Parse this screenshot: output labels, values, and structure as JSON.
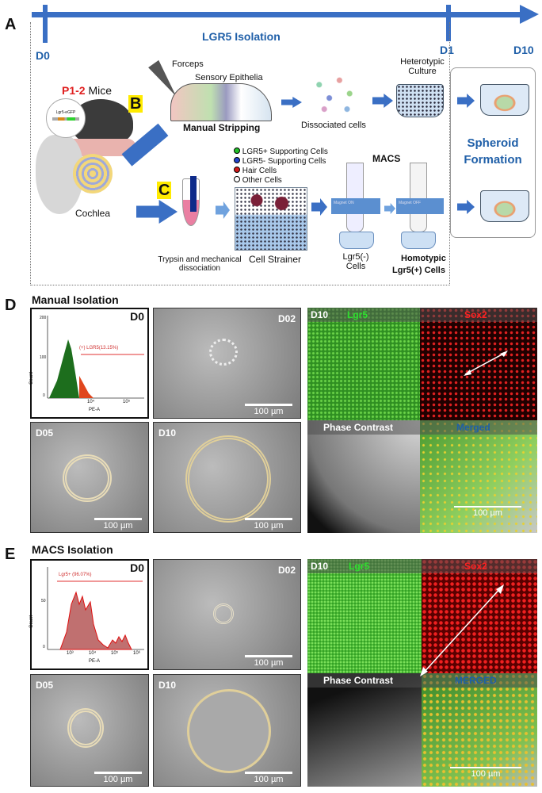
{
  "panel_labels": {
    "a": "A",
    "b": "B",
    "c": "C",
    "d": "D",
    "e": "E"
  },
  "timeline": {
    "start": "D0",
    "mid": "D1",
    "end": "D10",
    "title": "LGR5 Isolation"
  },
  "schematic": {
    "mice_prefix": "P1-2",
    "mice_suffix": " Mice",
    "transgene": "Lgr5-eGFP",
    "cochlea": "Cochlea",
    "forceps": "Forceps",
    "sensory": "Sensory Epithelia",
    "manual_stripping": "Manual Stripping",
    "dissociated": "Dissociated cells",
    "heterotypic": "Heterotypic Culture",
    "legend": [
      "LGR5+ Supporting Cells",
      "LGR5- Supporting Cells",
      "Hair Cells",
      "Other Cells"
    ],
    "legend_colors": [
      "#22c02a",
      "#2244cc",
      "#d01a1a",
      "#ffffff"
    ],
    "trypsin": "Trypsin and mechanical dissociation",
    "cell_strainer": "Cell Strainer",
    "macs": "MACS",
    "magnet_on": "Magnet ON",
    "magnet_off": "Magnet OFF",
    "lgr5_neg": "Lgr5(-) Cells",
    "homotypic_1": "Homotypic",
    "homotypic_2": "Lgr5(+) Cells",
    "spheroid": "Spheroid Formation"
  },
  "section_d": {
    "title": "Manual Isolation",
    "flow": {
      "day": "D0",
      "gate": "(+) LGR5(13.15%)",
      "ylabel": "Count",
      "xlabel": "PE-A",
      "yticks": [
        "0",
        "100",
        "200"
      ],
      "xticks": [
        "10⁴",
        "10⁵"
      ]
    },
    "images": {
      "d02": "D02",
      "d05": "D05",
      "d10": "D10",
      "scale": "100 µm"
    },
    "fluor": {
      "day": "D10",
      "lgr5": "Lgr5",
      "sox2": "Sox2",
      "phase": "Phase Contrast",
      "merged": "Merged",
      "scale": "100 µm"
    }
  },
  "section_e": {
    "title": "MACS Isolation",
    "flow": {
      "day": "D0",
      "gate": "Lgr5+ (96.07%)",
      "ylabel": "Count",
      "xlabel": "PE-A",
      "yticks": [
        "0",
        "50"
      ],
      "xticks": [
        "10³",
        "10⁴",
        "10⁵",
        "10⁶"
      ]
    },
    "images": {
      "d02": "D02",
      "d05": "D05",
      "d10": "D10",
      "scale": "100 µm"
    },
    "fluor": {
      "day": "D10",
      "lgr5": "Lgr5",
      "sox2": "Sox2",
      "phase": "Phase Contrast",
      "merged": "MERGED",
      "scale": "100 µm"
    }
  }
}
